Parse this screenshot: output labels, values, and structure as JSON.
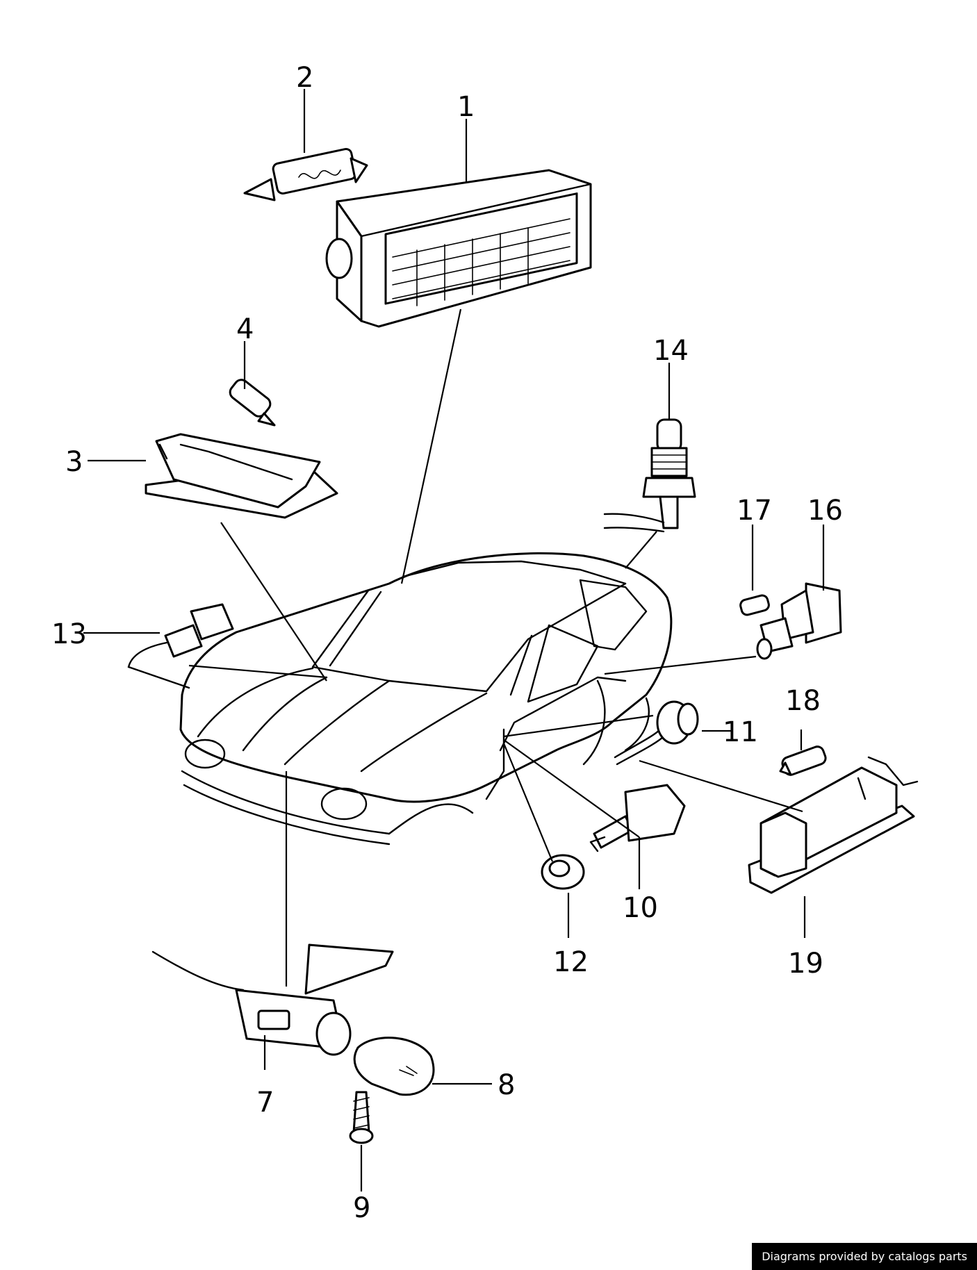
{
  "diagram": {
    "callouts": [
      "1",
      "2",
      "3",
      "4",
      "7",
      "8",
      "9",
      "10",
      "11",
      "12",
      "13",
      "14",
      "16",
      "17",
      "18",
      "19"
    ]
  },
  "footer": {
    "credit": "Diagrams provided by catalogs parts"
  }
}
